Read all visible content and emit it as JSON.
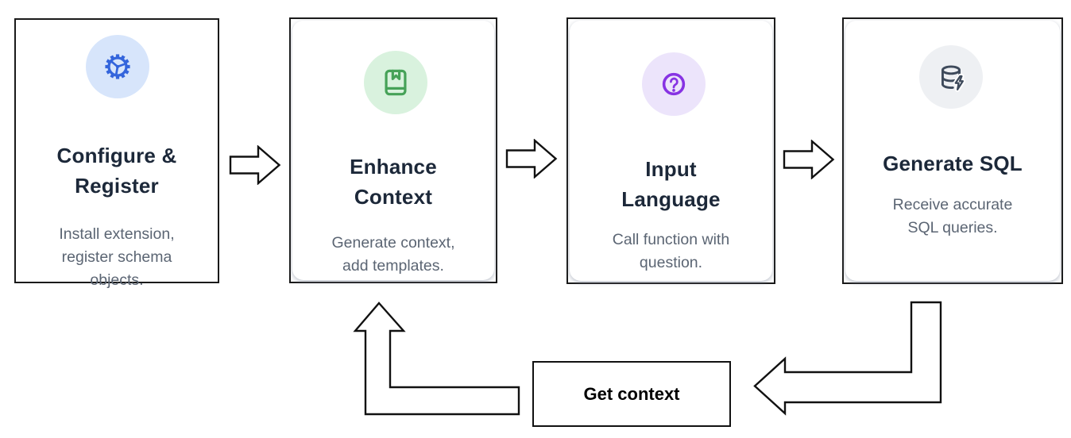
{
  "diagram": {
    "type": "workflow",
    "description_of_flow": "Configure & Register -> Enhance Context -> Input Language -> Generate SQL, with feedback loop 'Get context' from Generate SQL back to Enhance Context"
  },
  "steps": [
    {
      "name": "configure-register",
      "icon": "gear-icon",
      "icon_color": "#3465dc",
      "icon_bg": "#d7e5fb",
      "title_lines": [
        "Configure &",
        "Register"
      ],
      "desc_lines": [
        "Install extension,",
        "register schema",
        "objects."
      ]
    },
    {
      "name": "enhance-context",
      "icon": "book-bookmark-icon",
      "icon_color": "#46a258",
      "icon_bg": "#d9f2de",
      "title_lines": [
        "Enhance",
        "Context"
      ],
      "desc_lines": [
        "Generate context,",
        "add templates."
      ]
    },
    {
      "name": "input-language",
      "icon": "question-circle-icon",
      "icon_color": "#8733e3",
      "icon_bg": "#ece4fb",
      "title_lines": [
        "Input",
        "Language"
      ],
      "desc_lines": [
        "Call function with",
        "question."
      ]
    },
    {
      "name": "generate-sql",
      "icon": "database-bolt-icon",
      "icon_color": "#3e4a5b",
      "icon_bg": "#eef0f3",
      "title_lines": [
        "Generate SQL"
      ],
      "desc_lines": [
        "Receive accurate",
        "SQL queries."
      ]
    }
  ],
  "feedback_loop": {
    "label": "Get context"
  },
  "colors": {
    "card_border": "#1a1a1a",
    "title_text": "#1c2839",
    "description_text": "#5b6573",
    "arrow_outline": "#111111",
    "arrow_fill": "#ffffff",
    "background": "#ffffff"
  }
}
